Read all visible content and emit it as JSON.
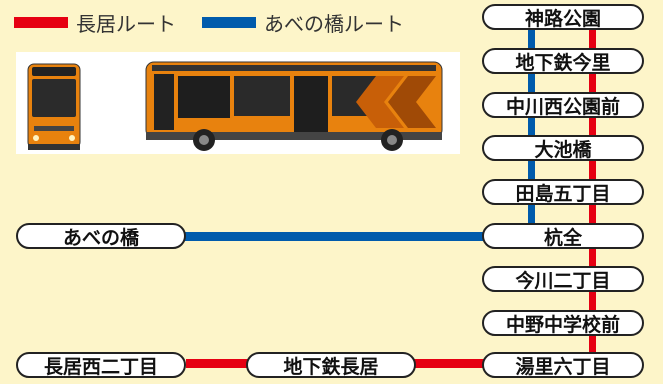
{
  "legend": [
    {
      "label": "長居ルート",
      "color": "#e60012"
    },
    {
      "label": "あべの橋ルート",
      "color": "#005bac"
    }
  ],
  "colors": {
    "red": "#e60012",
    "blue": "#005bac",
    "background": "#fdf5c9",
    "bus_body": "#e8820e"
  },
  "route_stops": [
    "神路公園",
    "地下鉄今里",
    "中川西公園前",
    "大池橋",
    "田島五丁目",
    "杭全",
    "今川二丁目",
    "中野中学校前",
    "湯里六丁目"
  ],
  "branch_stops": {
    "abeno": "あべの橋",
    "jikatetsu_nagai": "地下鉄長居",
    "nagai_nishi": "長居西二丁目"
  },
  "bus_images": [
    "bus-front-image",
    "bus-side-image"
  ]
}
